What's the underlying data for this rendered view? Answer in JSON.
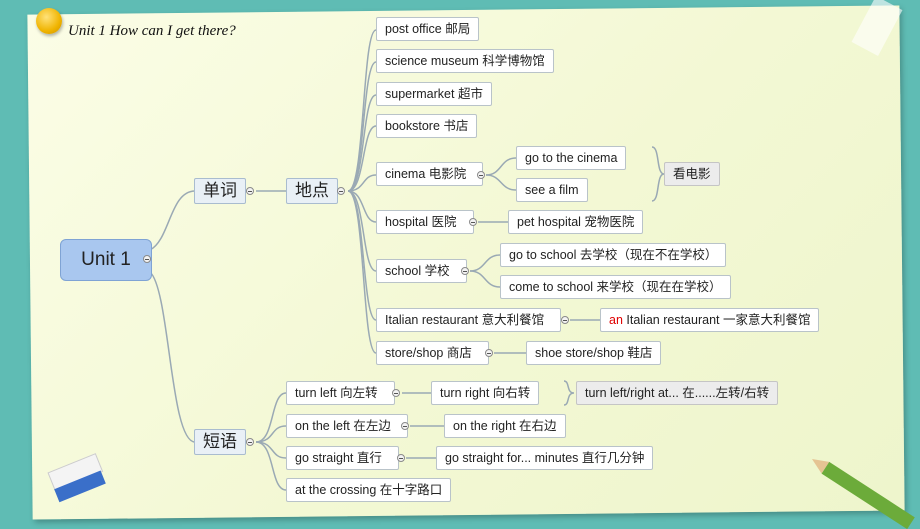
{
  "title": "Unit 1  How can I get there?",
  "root": "Unit 1",
  "branches": {
    "vocab": "单词",
    "places": "地点",
    "phrases": "短语"
  },
  "places": [
    "post office 邮局",
    "science museum 科学博物馆",
    "supermarket 超市",
    "bookstore 书店",
    "cinema 电影院",
    "hospital 医院",
    "school 学校",
    "Italian restaurant 意大利餐馆",
    "store/shop 商店"
  ],
  "cinema_children": [
    "go to the cinema",
    "see a film"
  ],
  "cinema_summary": "看电影",
  "hospital_child": "pet hospital 宠物医院",
  "school_children": [
    "go to school 去学校（现在不在学校）",
    "come to school 来学校（现在在学校）"
  ],
  "restaurant_child": {
    "article": "an",
    "rest": " Italian restaurant 一家意大利餐馆"
  },
  "shop_child": "shoe store/shop 鞋店",
  "phrases": [
    "turn left 向左转",
    "on the left 在左边",
    "go straight 直行",
    "at the crossing 在十字路口"
  ],
  "phrase_children": [
    "turn right 向右转",
    "on the right 在右边",
    "go straight for... minutes 直行几分钟"
  ],
  "turn_summary": "turn left/right at... 在......左转/右转",
  "colors": {
    "line": "#9aa9b4",
    "root_fill": "#a9c7ef",
    "background": "#5fbcb4",
    "paper": "#f3f8d4"
  }
}
